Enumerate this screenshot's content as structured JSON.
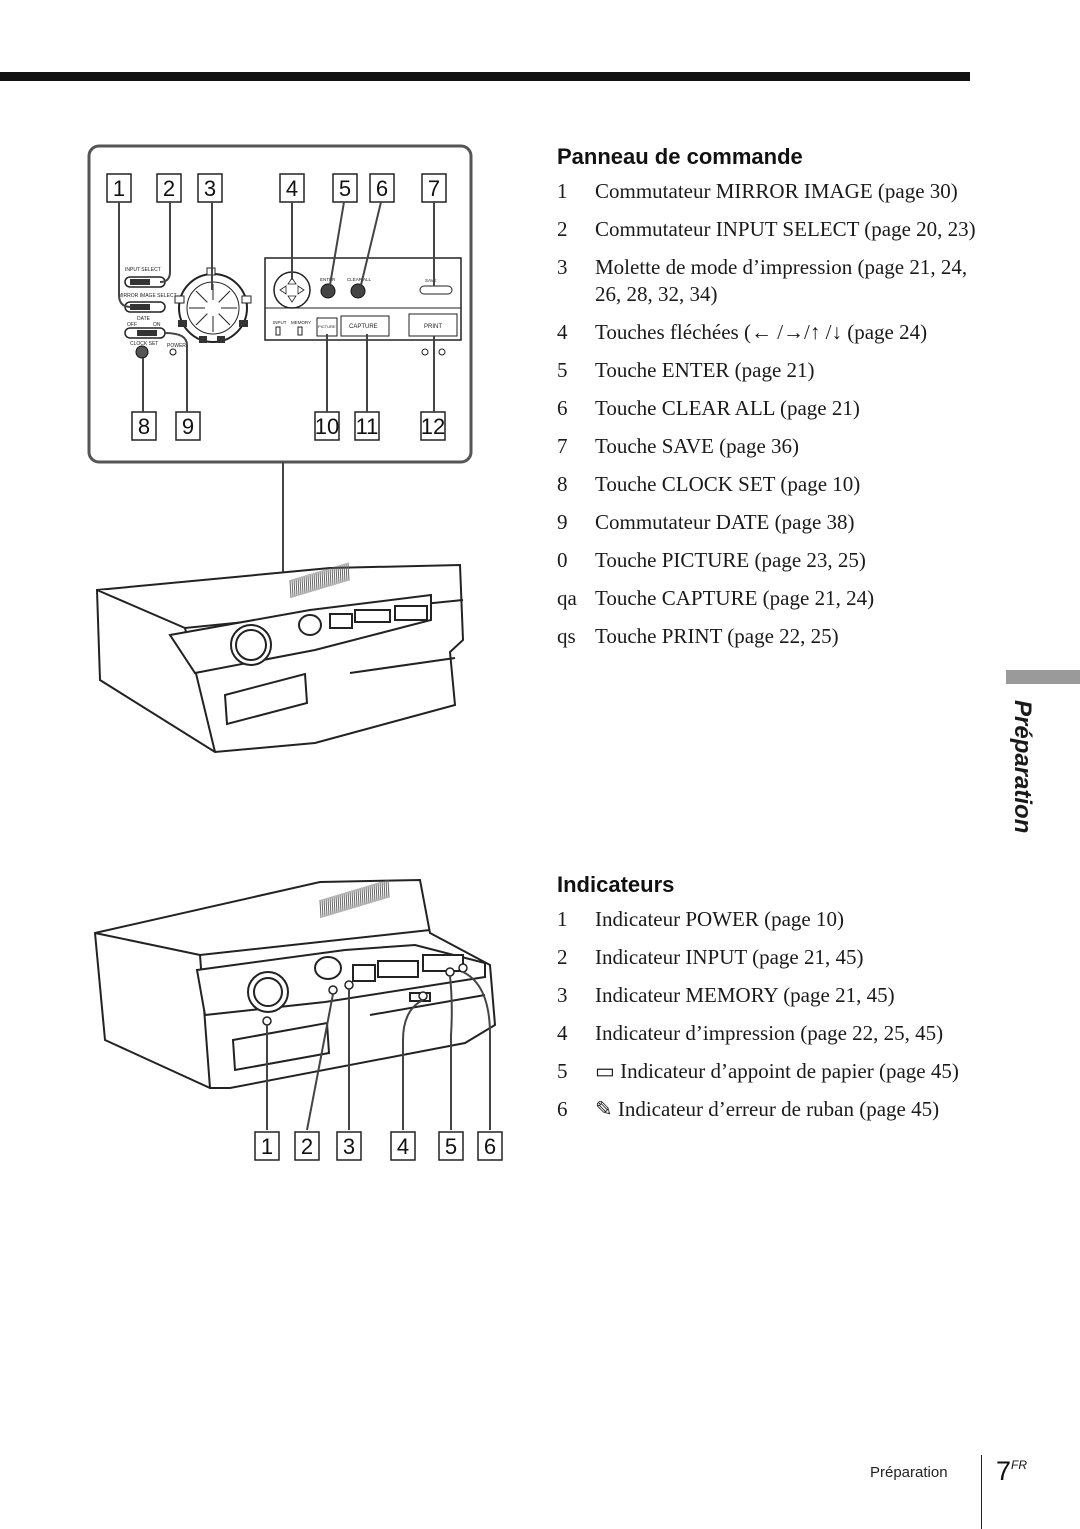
{
  "panel": {
    "heading": "Panneau de commande",
    "items": [
      {
        "num": "1",
        "text": "Commutateur MIRROR IMAGE (page 30)"
      },
      {
        "num": "2",
        "text": "Commutateur INPUT SELECT (page 20, 23)"
      },
      {
        "num": "3",
        "text": "Molette de mode d’impression (page 21, 24, 26, 28, 32, 34)"
      },
      {
        "num": "4",
        "text": "Touches fléchées (← /→/↑ /↓ (page 24)"
      },
      {
        "num": "5",
        "text": "Touche ENTER  (page 21)"
      },
      {
        "num": "6",
        "text": "Touche CLEAR ALL (page 21)"
      },
      {
        "num": "7",
        "text": "Touche SAVE (page 36)"
      },
      {
        "num": "8",
        "text": "Touche CLOCK SET (page 10)"
      },
      {
        "num": "9",
        "text": "Commutateur DATE (page 38)"
      },
      {
        "num": "0",
        "text": "Touche PICTURE (page 23, 25)"
      },
      {
        "num": "qa",
        "text": "Touche CAPTURE (page 21, 24)"
      },
      {
        "num": "qs",
        "text": "Touche PRINT (page 22, 25)"
      }
    ]
  },
  "indicators": {
    "heading": "Indicateurs",
    "items": [
      {
        "num": "1",
        "text": "Indicateur POWER (page 10)"
      },
      {
        "num": "2",
        "text": "Indicateur INPUT (page 21, 45)"
      },
      {
        "num": "3",
        "text": "Indicateur MEMORY (page 21, 45)"
      },
      {
        "num": "4",
        "text": "Indicateur d’impression (page 22, 25, 45)"
      },
      {
        "num": "5",
        "text": "▭ Indicateur d’appoint de papier (page 45)"
      },
      {
        "num": "6",
        "text": "✎ Indicateur d’erreur de ruban (page 45)"
      }
    ]
  },
  "figure_top": {
    "callouts_top": [
      "1",
      "2",
      "3",
      "4",
      "5",
      "6",
      "7"
    ],
    "callouts_bottom": [
      "8",
      "9",
      "10",
      "11",
      "12"
    ],
    "panel_labels": {
      "input_select": "INPUT SELECT",
      "mirror_image_select": "MIRROR IMAGE SELECT",
      "date": "DATE",
      "off": "OFF",
      "on": "ON",
      "clock_set": "CLOCK SET",
      "power": "POWER",
      "enter": "ENTER",
      "clear_all": "CLEAR ALL",
      "save": "SAVE",
      "input": "INPUT",
      "memory": "MEMORY",
      "picture": "PICTURE",
      "capture": "CAPTURE",
      "print": "PRINT"
    }
  },
  "figure_bottom": {
    "callouts": [
      "1",
      "2",
      "3",
      "4",
      "5",
      "6"
    ]
  },
  "side_tab": {
    "label": "Préparation"
  },
  "footer": {
    "section": "Préparation",
    "page": "7",
    "lang": "FR"
  }
}
